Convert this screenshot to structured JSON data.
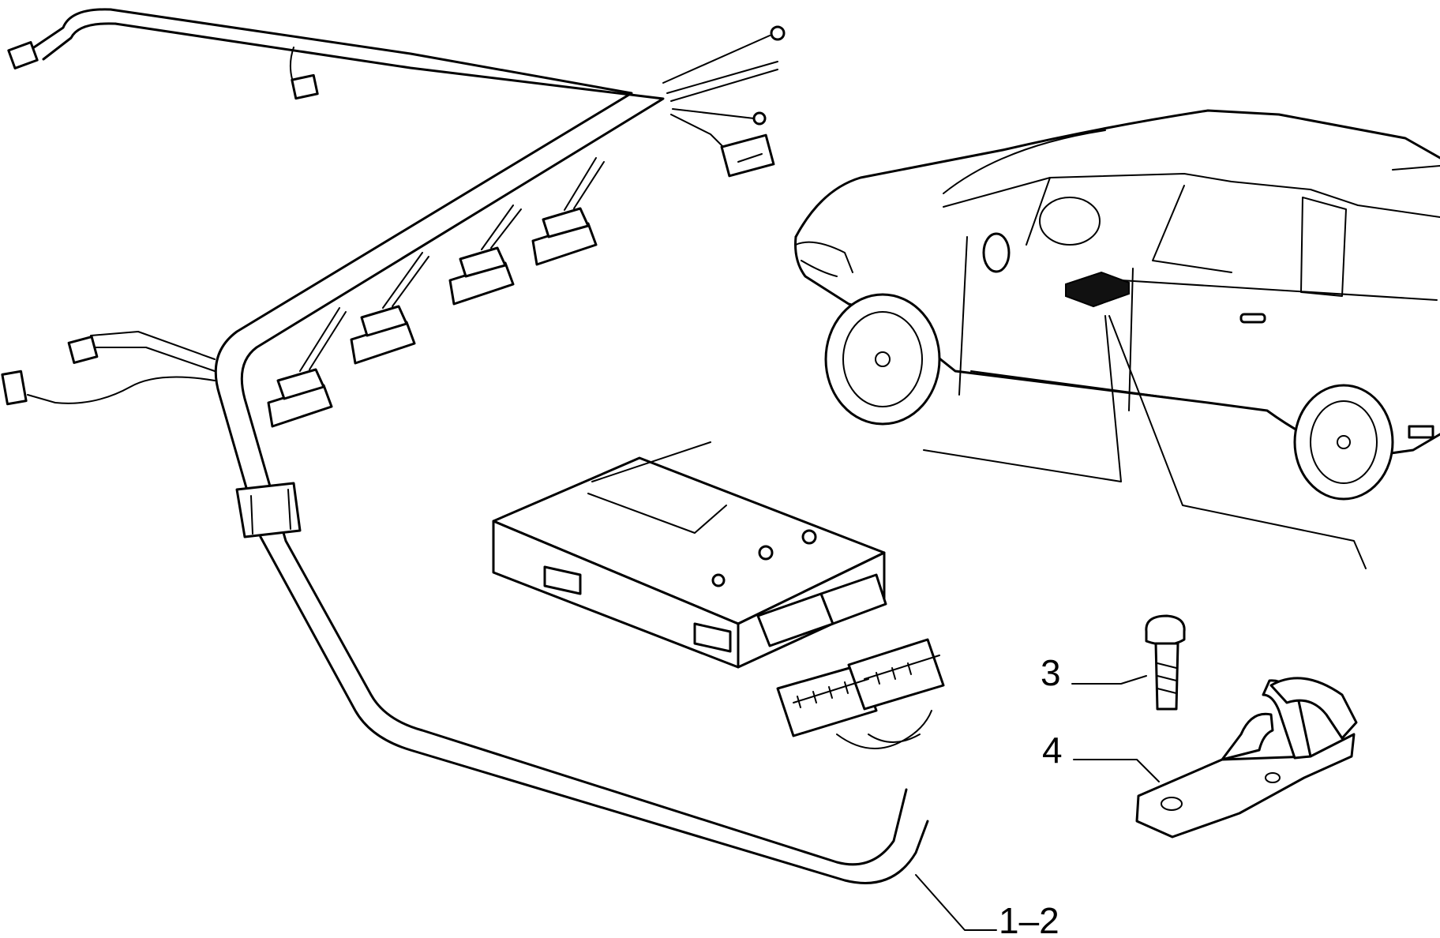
{
  "callouts": {
    "c3": "3",
    "c4": "4",
    "c12": "1–2"
  },
  "colors": {
    "line": "#000000",
    "background": "#ffffff",
    "ecu_marker": "#111111"
  }
}
